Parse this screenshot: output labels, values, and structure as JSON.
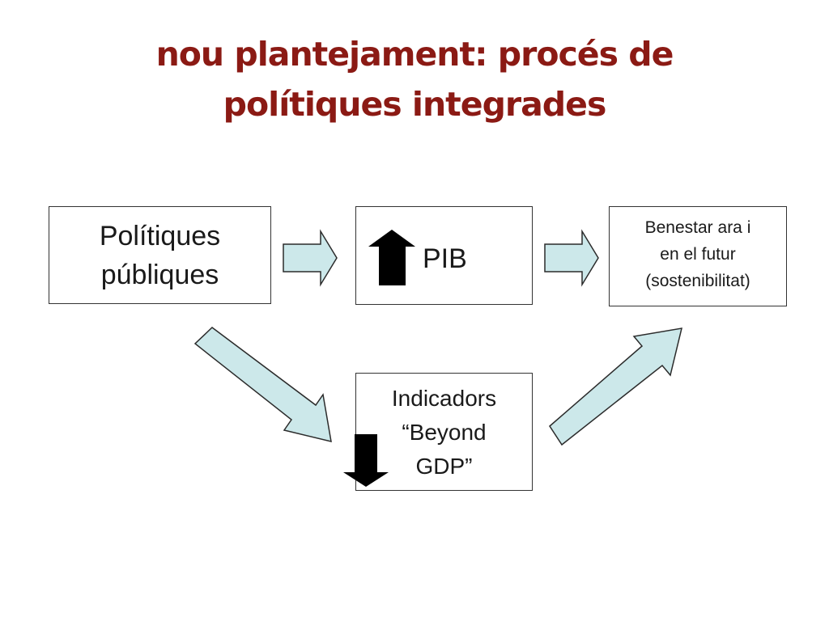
{
  "slide": {
    "title_lines": [
      "nou plantejament: procés de",
      "polítiques integrades"
    ],
    "colors": {
      "title": "#8B1A14",
      "arrow_fill": "#CCE8EA",
      "arrow_stroke": "#2B2B2B",
      "indicator_arrow": "#000000"
    }
  },
  "diagram": {
    "nodes": [
      {
        "id": "politiques",
        "lines": [
          "Polítiques",
          "públiques"
        ]
      },
      {
        "id": "pib",
        "lines": [
          "PIB"
        ],
        "indicator": "up-arrow-icon"
      },
      {
        "id": "benestar",
        "lines": [
          "Benestar ara i",
          "en el futur",
          "(sostenibilitat)"
        ]
      },
      {
        "id": "indicadors",
        "lines": [
          "Indicadors",
          "“Beyond",
          "GDP”"
        ],
        "indicator": "down-arrow-icon"
      }
    ],
    "edges": [
      {
        "from": "politiques",
        "to": "pib"
      },
      {
        "from": "pib",
        "to": "benestar"
      },
      {
        "from": "politiques",
        "to": "indicadors"
      },
      {
        "from": "indicadors",
        "to": "benestar"
      }
    ]
  }
}
